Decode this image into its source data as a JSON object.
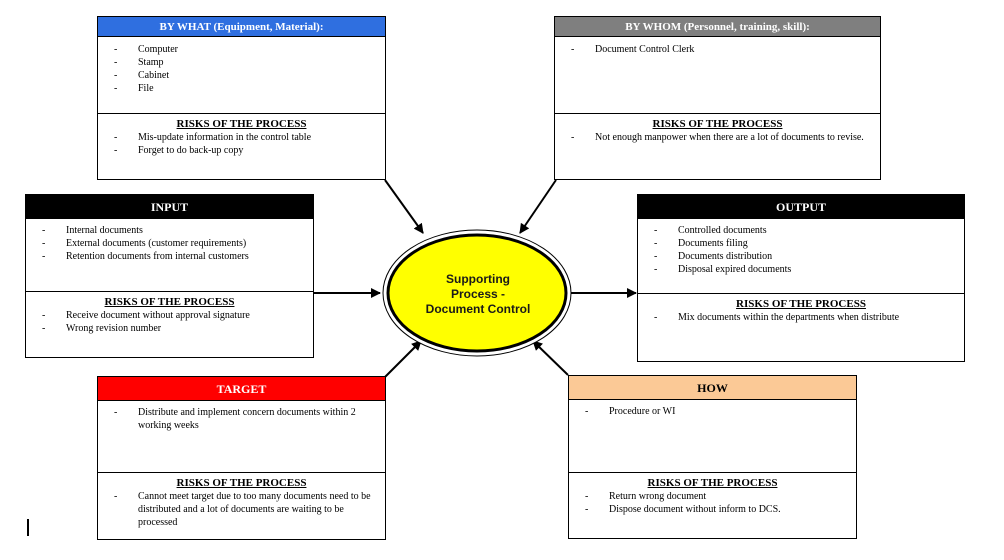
{
  "colors": {
    "by_what_header": "#2f6fe0",
    "by_whom_header": "#7f7f7f",
    "input_header": "#000000",
    "output_header": "#000000",
    "target_header": "#ff0000",
    "how_header": "#fbc996",
    "center_fill": "#ffff00",
    "arrow": "#000000"
  },
  "center": {
    "line1": "Supporting",
    "line2": "Process -",
    "line3": "Document Control"
  },
  "by_what": {
    "title": "BY WHAT (Equipment, Material):",
    "items": [
      "Computer",
      "Stamp",
      "Cabinet",
      "File"
    ],
    "risk_title": "RISKS OF THE PROCESS",
    "risks": [
      "Mis-update information  in the control table",
      "Forget to do back-up copy"
    ]
  },
  "by_whom": {
    "title": "BY WHOM (Personnel, training, skill):",
    "items": [
      "Document Control Clerk"
    ],
    "risk_title": "RISKS OF THE PROCESS",
    "risks": [
      "Not enough manpower when there are a lot of documents to revise."
    ]
  },
  "input": {
    "title": "INPUT",
    "items": [
      "Internal documents",
      "External documents (customer requirements)",
      "Retention documents from internal customers"
    ],
    "risk_title": "RISKS OF THE PROCESS",
    "risks": [
      "Receive document without approval signature",
      "Wrong revision number"
    ]
  },
  "output": {
    "title": "OUTPUT",
    "items": [
      "Controlled documents",
      "Documents filing",
      "Documents distribution",
      "Disposal expired documents"
    ],
    "risk_title": "RISKS OF THE PROCESS",
    "risks": [
      "Mix documents within the departments when distribute"
    ]
  },
  "target": {
    "title": "TARGET",
    "items": [
      "Distribute and implement concern documents within 2 working weeks"
    ],
    "risk_title": "RISKS OF THE PROCESS",
    "risks": [
      "Cannot meet target due to too many documents need to be distributed and a lot of documents are waiting to be processed"
    ]
  },
  "how": {
    "title": "HOW",
    "items": [
      "Procedure or WI"
    ],
    "risk_title": "RISKS OF THE PROCESS",
    "risks": [
      "Return wrong document",
      "Dispose document without inform to DCS."
    ]
  }
}
